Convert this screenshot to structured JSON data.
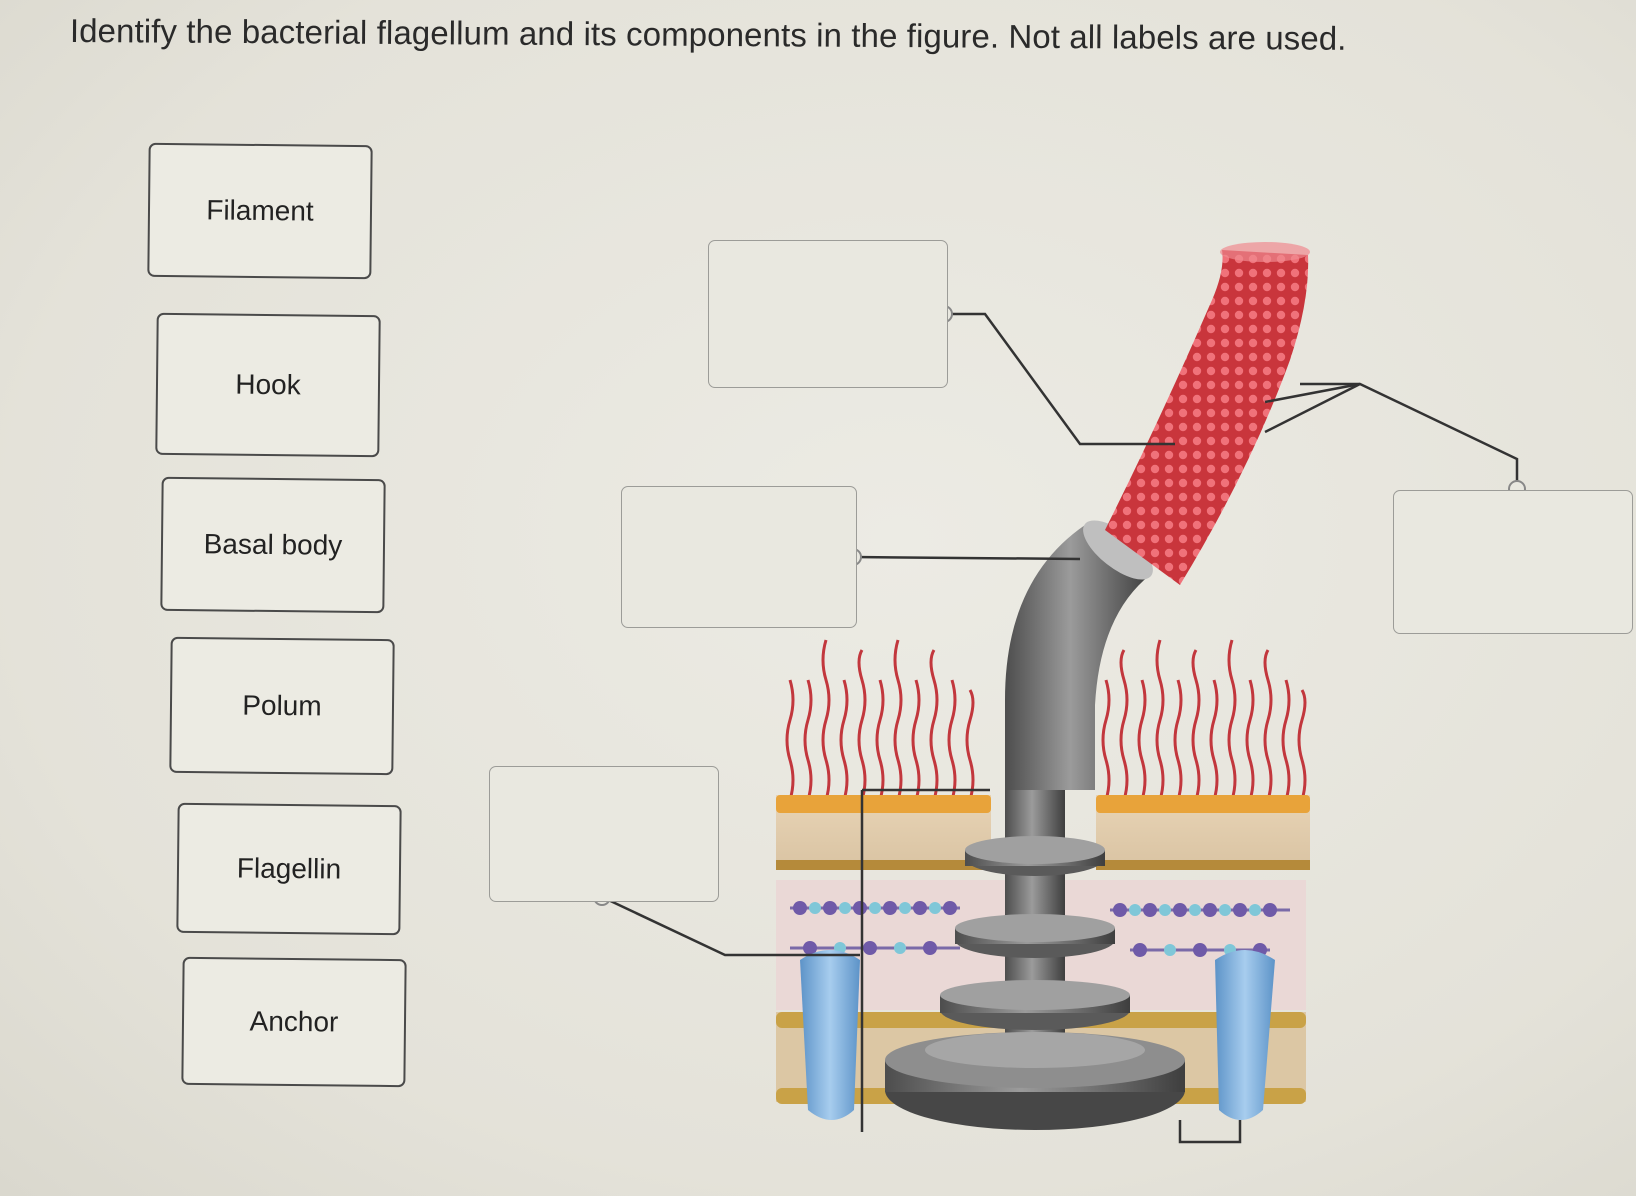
{
  "question": {
    "text": "Identify the bacterial flagellum and its components in the figure. Not all labels are used."
  },
  "labels": [
    {
      "id": "filament",
      "text": "Filament"
    },
    {
      "id": "hook",
      "text": "Hook"
    },
    {
      "id": "basal-body",
      "text": "Basal body"
    },
    {
      "id": "polum",
      "text": "Polum"
    },
    {
      "id": "flagellin",
      "text": "Flagellin"
    },
    {
      "id": "anchor",
      "text": "Anchor"
    }
  ],
  "drop_zones": [
    {
      "id": "zone-top",
      "value": ""
    },
    {
      "id": "zone-middle",
      "value": ""
    },
    {
      "id": "zone-lower",
      "value": ""
    },
    {
      "id": "zone-right",
      "value": ""
    }
  ],
  "colors": {
    "filament": "#d8434a",
    "hook": "#6e6e6e",
    "lipid_heads": "#e8a33a",
    "membrane_protein": "#7fb3dd",
    "lps_chains": "#c2373d"
  }
}
